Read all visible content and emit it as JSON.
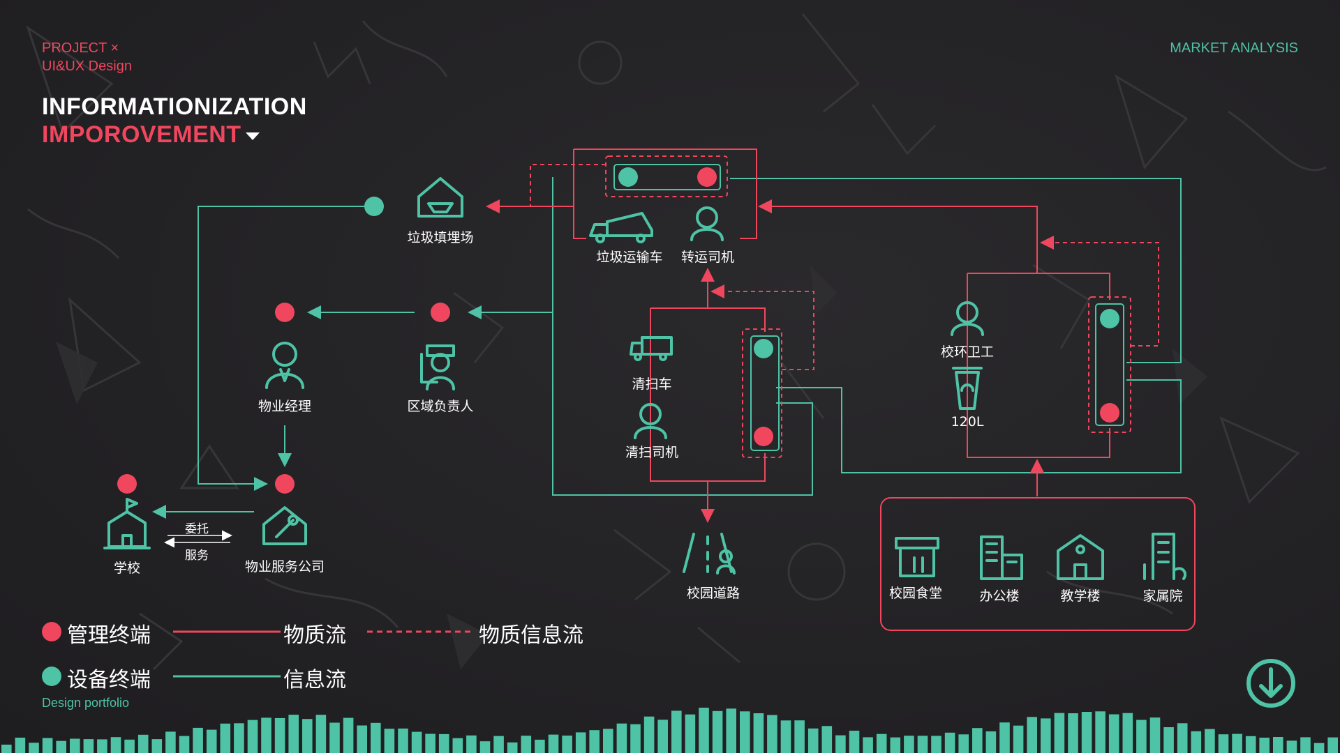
{
  "header": {
    "project": "PROJECT ×",
    "subtitle": "UI&UX Design",
    "right_label": "MARKET ANALYSIS",
    "title_line1": "INFORMATIONIZATION",
    "title_line2": "IMPOROVEMENT"
  },
  "colors": {
    "background": "#242326",
    "red": "#f0475e",
    "teal": "#4ec3a6",
    "white": "#ffffff"
  },
  "nodes": {
    "landfill": {
      "label": "垃圾填埋场",
      "icon": "house-landfill-icon"
    },
    "garbage_truck": {
      "label": "垃圾运输车",
      "icon": "garbage-truck-icon"
    },
    "transfer_driver": {
      "label": "转运司机",
      "icon": "driver-icon"
    },
    "property_manager": {
      "label": "物业经理",
      "icon": "manager-icon"
    },
    "area_supervisor": {
      "label": "区域负责人",
      "icon": "supervisor-icon"
    },
    "sweeper_truck": {
      "label": "清扫车",
      "icon": "sweeper-truck-icon"
    },
    "sweeper_driver": {
      "label": "清扫司机",
      "icon": "driver-icon"
    },
    "sanitation_worker": {
      "label": "校环卫工",
      "icon": "worker-icon"
    },
    "bin": {
      "label": "120L",
      "icon": "trash-bin-icon"
    },
    "school": {
      "label": "学校",
      "icon": "school-icon"
    },
    "property_company": {
      "label": "物业服务公司",
      "icon": "wrench-house-icon"
    },
    "campus_road": {
      "label": "校园道路",
      "icon": "road-people-icon"
    },
    "canteen": {
      "label": "校园食堂",
      "icon": "canteen-icon"
    },
    "office": {
      "label": "办公楼",
      "icon": "office-building-icon"
    },
    "teaching": {
      "label": "教学楼",
      "icon": "teaching-building-icon"
    },
    "residence": {
      "label": "家属院",
      "icon": "residence-icon"
    }
  },
  "relations": {
    "entrust": "委托",
    "service": "服务"
  },
  "legend": {
    "management_terminal": "管理终端",
    "device_terminal": "设备终端",
    "material_flow": "物质流",
    "material_info_flow": "物质信息流",
    "info_flow": "信息流"
  },
  "footer": {
    "portfolio": "Design portfolio",
    "download_icon": "arrow-down-circle-icon"
  }
}
